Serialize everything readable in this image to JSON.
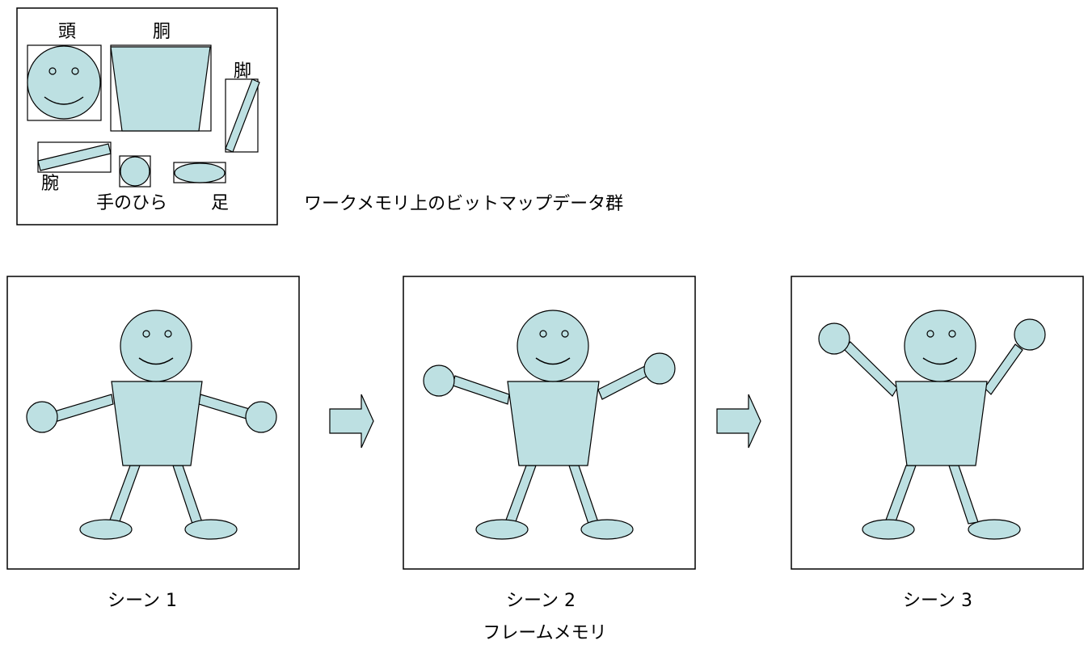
{
  "work_memory": {
    "parts": {
      "head": "頭",
      "torso": "胴",
      "leg": "脚",
      "arm": "腕",
      "palm": "手のひら",
      "foot": "足"
    },
    "caption": "ワークメモリ上のビットマップデータ群"
  },
  "scenes": [
    {
      "label": "シーン 1",
      "pose": "arms-horizontal"
    },
    {
      "label": "シーン 2",
      "pose": "arms-raised-slightly"
    },
    {
      "label": "シーン 3",
      "pose": "arms-up"
    }
  ],
  "frame_memory_caption": "フレームメモリ",
  "colors": {
    "part_fill": "#bde0e2",
    "stroke": "#000000",
    "background": "#ffffff"
  }
}
